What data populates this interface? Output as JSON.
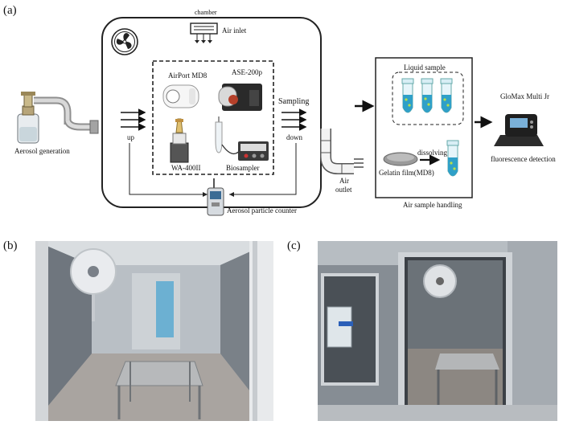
{
  "panels": {
    "a": "(a)",
    "b": "(b)",
    "c": "(c)"
  },
  "diagram": {
    "chamber": "chamber",
    "air_inlet": "Air inlet",
    "aerosol_generation": "Aerosol generation",
    "up": "up",
    "down": "down",
    "sampling": "Sampling",
    "airport_md8": "AirPort MD8",
    "ase_200p": "ASE-200p",
    "wa_400ii": "WA-400II",
    "biosampler": "Biosampler",
    "aerosol_particle_counter": "Aerosol particle counter",
    "air_outlet_1": "Air",
    "air_outlet_2": "outlet",
    "liquid_sample": "Liquid sample",
    "dissolving": "dissolving",
    "gelatin_film": "Gelatin film(MD8)",
    "air_sample_handling": "Air sample handling",
    "glomax": "GloMax Multi Jr",
    "fluorescence_detection": "fluorescence detection"
  },
  "colors": {
    "tube_liquid": "#2fa0c8",
    "tube_dots": "#b8e04a",
    "stainless": "#9aa2aa",
    "line": "#222222"
  },
  "icons": [
    "fan-icon",
    "air-inlet-vent-icon",
    "flow-arrow-icon",
    "aerosol-generator-icon",
    "particle-counter-icon",
    "test-tube-icon",
    "gelatin-film-icon",
    "luminometer-icon",
    "air-outlet-duct-icon"
  ]
}
